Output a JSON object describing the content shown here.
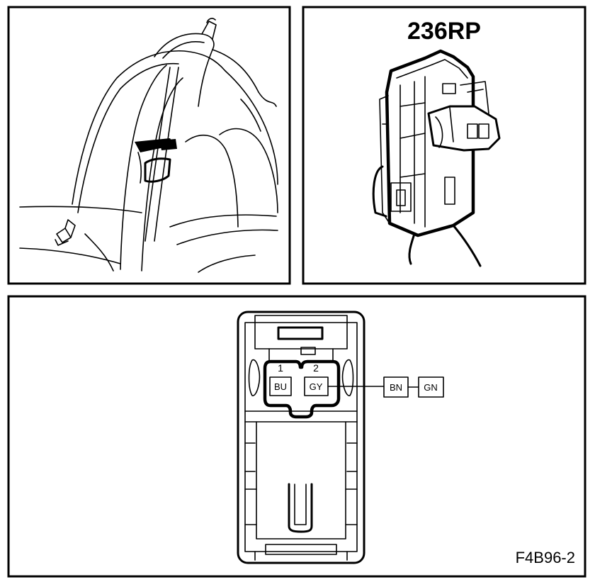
{
  "connector": {
    "id": "236RP",
    "pins": [
      {
        "number": "1",
        "wire_color": "BU"
      },
      {
        "number": "2",
        "wire_color": "GY"
      }
    ],
    "wire_continuation": [
      "BN",
      "GN"
    ]
  },
  "figure_ref": "F4B96-2"
}
